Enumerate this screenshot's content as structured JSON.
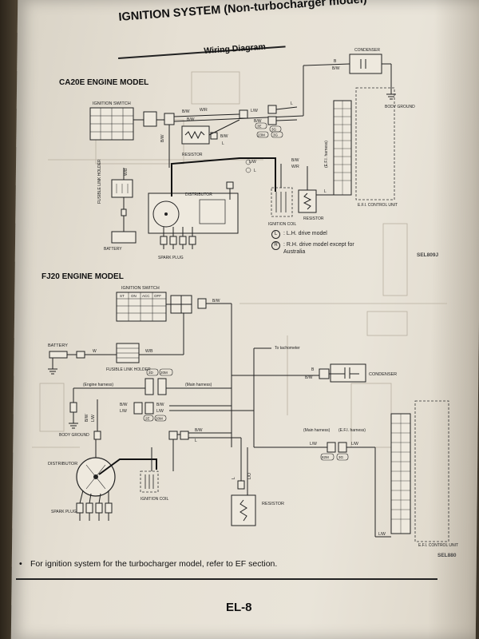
{
  "header": {
    "title": "IGNITION SYSTEM (Non-turbocharger model)",
    "subtitle": "Wiring Diagram"
  },
  "ca20e": {
    "heading": "CA20E ENGINE MODEL",
    "ignition_switch": "IGNITION SWITCH",
    "fusible_link_holder": "FUSIBLE LINK HOLDER",
    "battery": "BATTERY",
    "resistor_top": "RESISTOR",
    "distributor": "DISTRIBUTOR",
    "spark_plug": "SPARK PLUG",
    "ignition_coil": "IGNITION COIL",
    "resistor_coil": "RESISTOR",
    "condenser": "CONDENSER",
    "body_ground": "BODY GROUND",
    "efi_harness": "(E.F.I. harness)",
    "efi_control_unit": "E.F.I. CONTROL UNIT",
    "wires": {
      "bw": "B/W",
      "wr": "W/R",
      "lw": "L/W",
      "l": "L",
      "b": "B",
      "w": "W",
      "bs": "B/S",
      "wb": "W/B"
    },
    "connectors": [
      "3E",
      "3G",
      "23M",
      "3G"
    ]
  },
  "legend": {
    "l_symbol": "L",
    "l_text": ": L.H. drive model",
    "r_symbol": "R",
    "r_text": ": R.H. drive model except for Australia"
  },
  "side_code": "SEL809J",
  "fj20": {
    "heading": "FJ20 ENGINE MODEL",
    "ignition_switch": "IGNITION SWITCH",
    "switch_positions": [
      "ST",
      "ON",
      "ACC",
      "OFF"
    ],
    "battery": "BATTERY",
    "fusible_link_holder": "FUSIBLE LINK HOLDER",
    "engine_harness": "(Engine harness)",
    "main_harness": "(Main harness)",
    "main_harness_2": "(Main harness)",
    "efi_harness": "(E.F.I. harness)",
    "to_tachometer": "To tachometer",
    "condenser": "CONDENSER",
    "body_ground": "BODY GROUND",
    "distributor": "DISTRIBUTOR",
    "ignition_coil": "IGNITION COIL",
    "spark_plug": "SPARK PLUG",
    "resistor": "RESISTOR",
    "efi_control_unit": "E.F.I. CONTROL UNIT",
    "connectors": [
      "2D",
      "20M",
      "2E",
      "20M",
      "82M",
      "3G"
    ],
    "wires": {
      "bw": "B/W",
      "lw": "L/W",
      "l": "L",
      "b": "B",
      "w": "W",
      "wb": "W/B",
      "lo": "L/O"
    }
  },
  "side_code_bottom": "SEL880",
  "footnote": "For ignition system for the turbocharger model, refer to EF section.",
  "page_number": "EL-8"
}
